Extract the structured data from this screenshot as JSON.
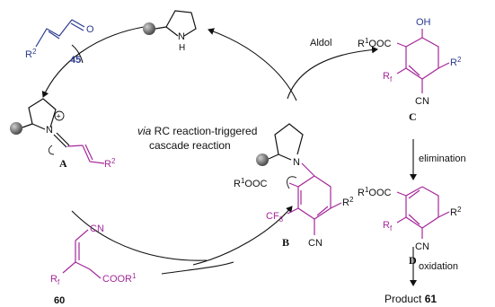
{
  "colors": {
    "black": "#111111",
    "blue": "#2b3a8f",
    "purple": "#a5289a",
    "catalyst": "#6f6f6f"
  },
  "labels": {
    "aldehyde_o": "O",
    "aldehyde_r": "R",
    "aldehyde_r_sup": "2",
    "cmpd_45": "45",
    "catalyst_nh": "N",
    "catalyst_h": "H",
    "iminium_n": "N",
    "iminium_plus": "+",
    "iminium_r": "R",
    "iminium_r_sup": "2",
    "label_A": "A",
    "via_text": "via",
    "rc_text": " RC reaction-triggered",
    "cascade_text": "cascade reaction",
    "aldol": "Aldol",
    "b_n": "N",
    "b_ester_r": "R",
    "b_ester_sup": "1",
    "b_ester_ooc": "OOC",
    "b_cf3": "CF",
    "b_cf3_sub": "3",
    "b_cn": "CN",
    "b_r": "R",
    "b_r_sup": "2",
    "label_B": "B",
    "c_oh": "OH",
    "c_ester_r": "R",
    "c_ester_sup": "1",
    "c_ester_ooc": "OOC",
    "c_rf": "R",
    "c_rf_sub": "f",
    "c_cn": "CN",
    "c_r": "R",
    "c_r_sup": "2",
    "label_C": "C",
    "elimination": "elimination",
    "d_ester_r": "R",
    "d_ester_sup": "1",
    "d_ester_ooc": "OOC",
    "d_rf": "R",
    "d_rf_sub": "f",
    "d_cn": "CN",
    "d_r": "R",
    "d_r_sup": "2",
    "label_D": "D",
    "oxidation": "oxidation",
    "product": "Product ",
    "product_num": "61",
    "s60_cn": "CN",
    "s60_rf": "R",
    "s60_rf_sub": "f",
    "s60_coor": "COOR",
    "s60_coor_sup": "1",
    "cmpd_60": "60"
  }
}
